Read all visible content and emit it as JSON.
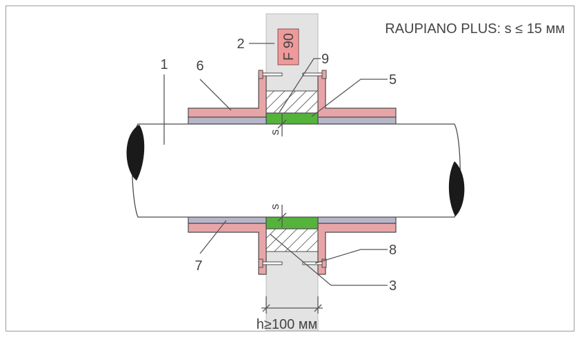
{
  "spec_note": "RAUPIANO PLUS: s ≤ 15 мм",
  "fire_rating": "F 90",
  "dimension_label": "h≥100 мм",
  "gap_label_top": "s",
  "gap_label_bottom": "s",
  "callouts": {
    "n1": "1",
    "n2": "2",
    "n3": "3",
    "n5": "5",
    "n6": "6",
    "n7": "7",
    "n8": "8",
    "n9": "9"
  },
  "colors": {
    "wall": "#e3e3e3",
    "steel_collar": "#e8a5a8",
    "insulation": "#b7b6c9",
    "intumescent": "#55b33c",
    "fire_label_bg": "#ef9a9a",
    "pipe_end": "#1a1a1a"
  }
}
